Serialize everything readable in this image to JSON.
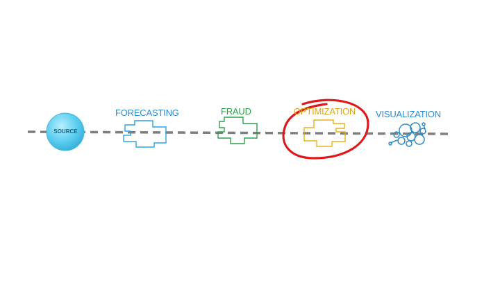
{
  "stages": {
    "source": "SOURCE",
    "forecasting": "FORECASTING",
    "fraud": "FRAUD",
    "optimization": "OPTIMIZATION",
    "visualization": "VISUALIZATION"
  },
  "highlighted_stage": "OPTIMIZATION",
  "colors": {
    "dashed_line": "#7f7f7f",
    "source_circle": "#5fd0f0",
    "forecasting": "#2a8ccf",
    "fraud": "#2aa14a",
    "optimization": "#e0a515",
    "visualization": "#2a8ccf",
    "highlight_ring": "#e0181b"
  },
  "icons": {
    "source": "circle-node-icon",
    "forecasting": "puzzle-piece-icon",
    "fraud": "puzzle-piece-icon",
    "optimization": "puzzle-piece-icon",
    "visualization": "bubble-network-icon"
  }
}
